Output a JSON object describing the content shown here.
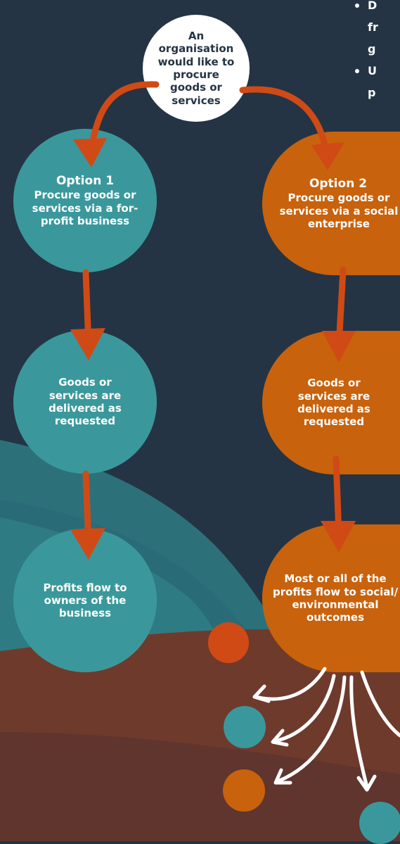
{
  "bullets": [
    {
      "first": "D",
      "cont": [
        "fr",
        "g"
      ]
    },
    {
      "first": "U",
      "cont": [
        "p"
      ]
    }
  ],
  "start": {
    "text": "An organisation would like to procure goods or services"
  },
  "option1": {
    "heading": "Option 1",
    "text": "Procure goods or services via a for-profit business",
    "step2": "Goods or services are delivered as requested",
    "step3": "Profits flow to owners of the business"
  },
  "option2": {
    "heading": "Option 2",
    "text": "Procure goods or services via a social enterprise",
    "step2": "Goods or services are delivered as requested",
    "step3": "Most or all of the profits flow to social/ environmental outcomes"
  },
  "colors": {
    "background": "#243444",
    "teal": "#3a989c",
    "orange": "#c8620c",
    "arrow": "#d04a16",
    "brown": "#6e3a2c"
  }
}
